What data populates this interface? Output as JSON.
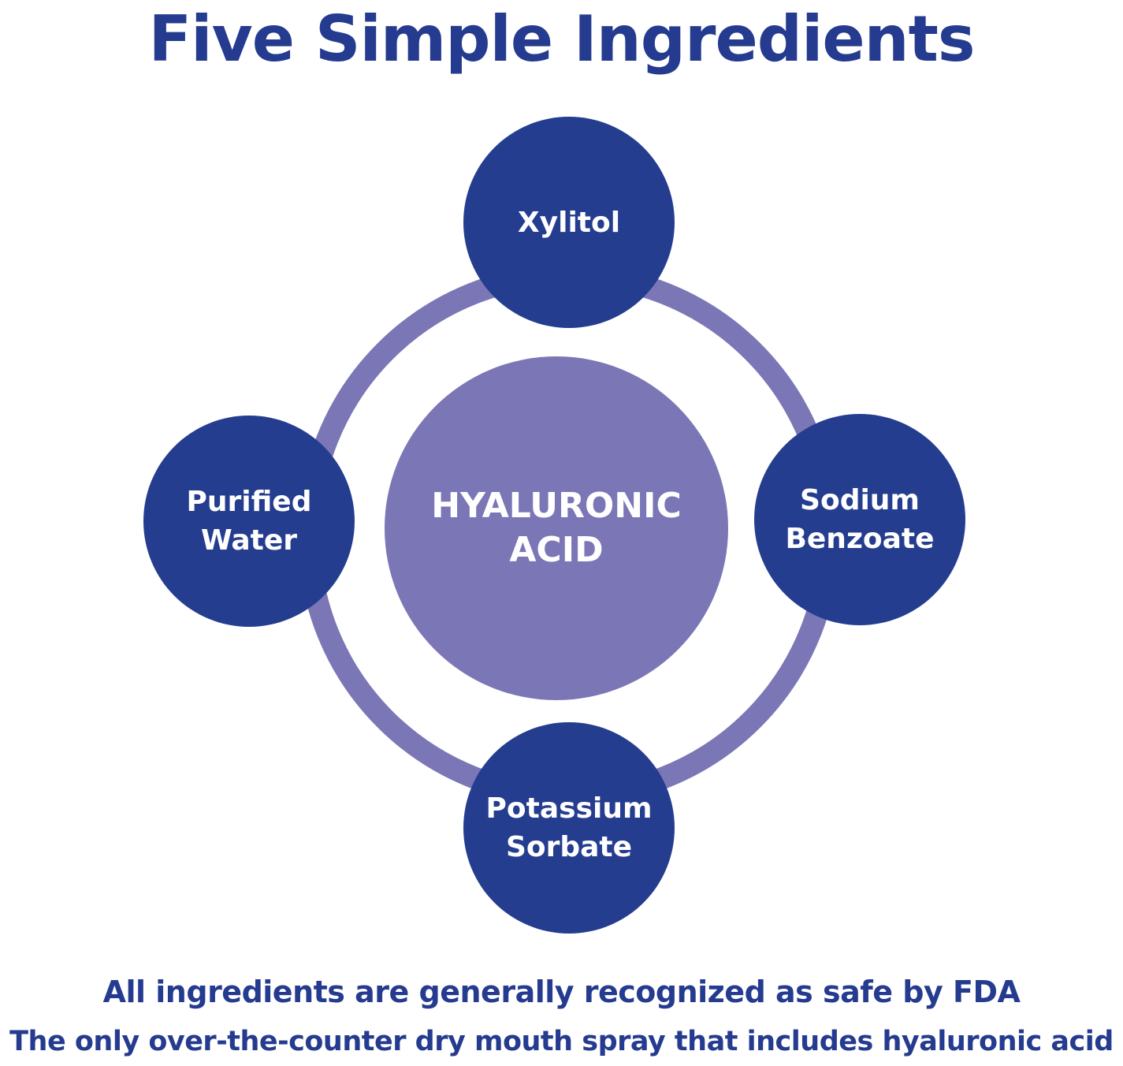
{
  "title": "Five Simple Ingredients",
  "center": {
    "label": "HYALURONIC\nACID"
  },
  "ingredients": [
    {
      "position": "top",
      "label": "Xylitol"
    },
    {
      "position": "right",
      "label": "Sodium\nBenzoate"
    },
    {
      "position": "bottom",
      "label": "Potassium\nSorbate"
    },
    {
      "position": "left",
      "label": "Purified\nWater"
    }
  ],
  "footer": [
    "All ingredients are generally recognized as safe by FDA",
    "The only over-the-counter dry mouth spray that includes hyaluronic acid"
  ],
  "colors": {
    "text": "#253b8f",
    "node_fill": "#253d8f",
    "ring_and_center": "#7b76b6",
    "background": "#ffffff"
  }
}
